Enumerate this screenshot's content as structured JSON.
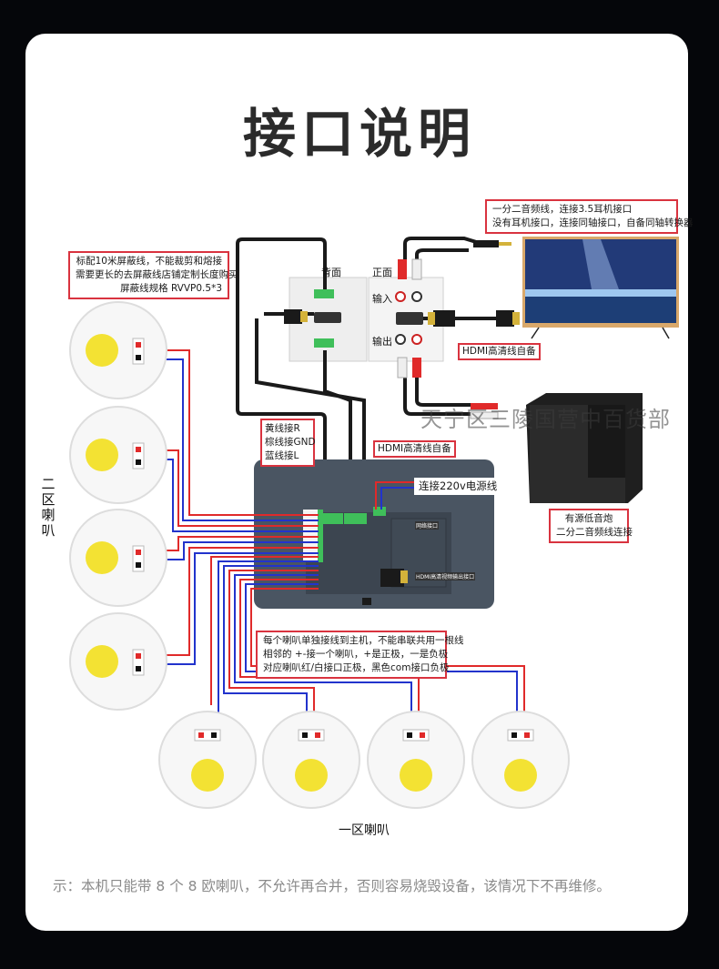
{
  "title": "接口说明",
  "notes": {
    "shield_cable": [
      "标配10米屏蔽线，不能裁剪和熔接",
      "需要更长的去屏蔽线店铺定制长度购买",
      "屏蔽线规格 RVVP0.5*3"
    ],
    "audio_cable": [
      "一分二音频线，连接3.5耳机接口",
      "没有耳机接口，连接同轴接口，自备同轴转换器"
    ],
    "wire_colors": [
      "黄线接R",
      "棕线接GND",
      "蓝线接L"
    ],
    "hdmi_self_1": "HDMI高清线自备",
    "hdmi_self_2": "HDMI高清线自备",
    "power": "连接220v电源线",
    "subwoofer": [
      "有源低音炮",
      "二分二音频线连接"
    ],
    "speaker_wiring": [
      "每个喇叭单独接线到主机，不能串联共用一根线",
      "相邻的 +-接一个喇叭，+是正极，一是负极",
      "对应喇叭红/白接口正极，黑色com接口负极"
    ]
  },
  "panel_labels": {
    "back": "背面",
    "front": "正面",
    "input": "输入",
    "output": "输出"
  },
  "host_labels": {
    "network_port": "网络接口",
    "hdmi_port": "HDMI高清视频输出接口"
  },
  "zones": {
    "zone2": "二区喇叭",
    "zone1": "一区喇叭"
  },
  "watermark": "天宁区三陵国营中百货部",
  "footer": "示：本机只能带 8 个 8 欧喇叭，不允许再合并，否则容易烧毁设备，该情况下不再维修。",
  "colors": {
    "note_border": "#d9333f",
    "wire_red": "#e02a2a",
    "wire_blue": "#2233cc",
    "host_body": "#4a5562",
    "speaker_yellow": "#f3e233",
    "terminal_green": "#3fbf5a"
  }
}
